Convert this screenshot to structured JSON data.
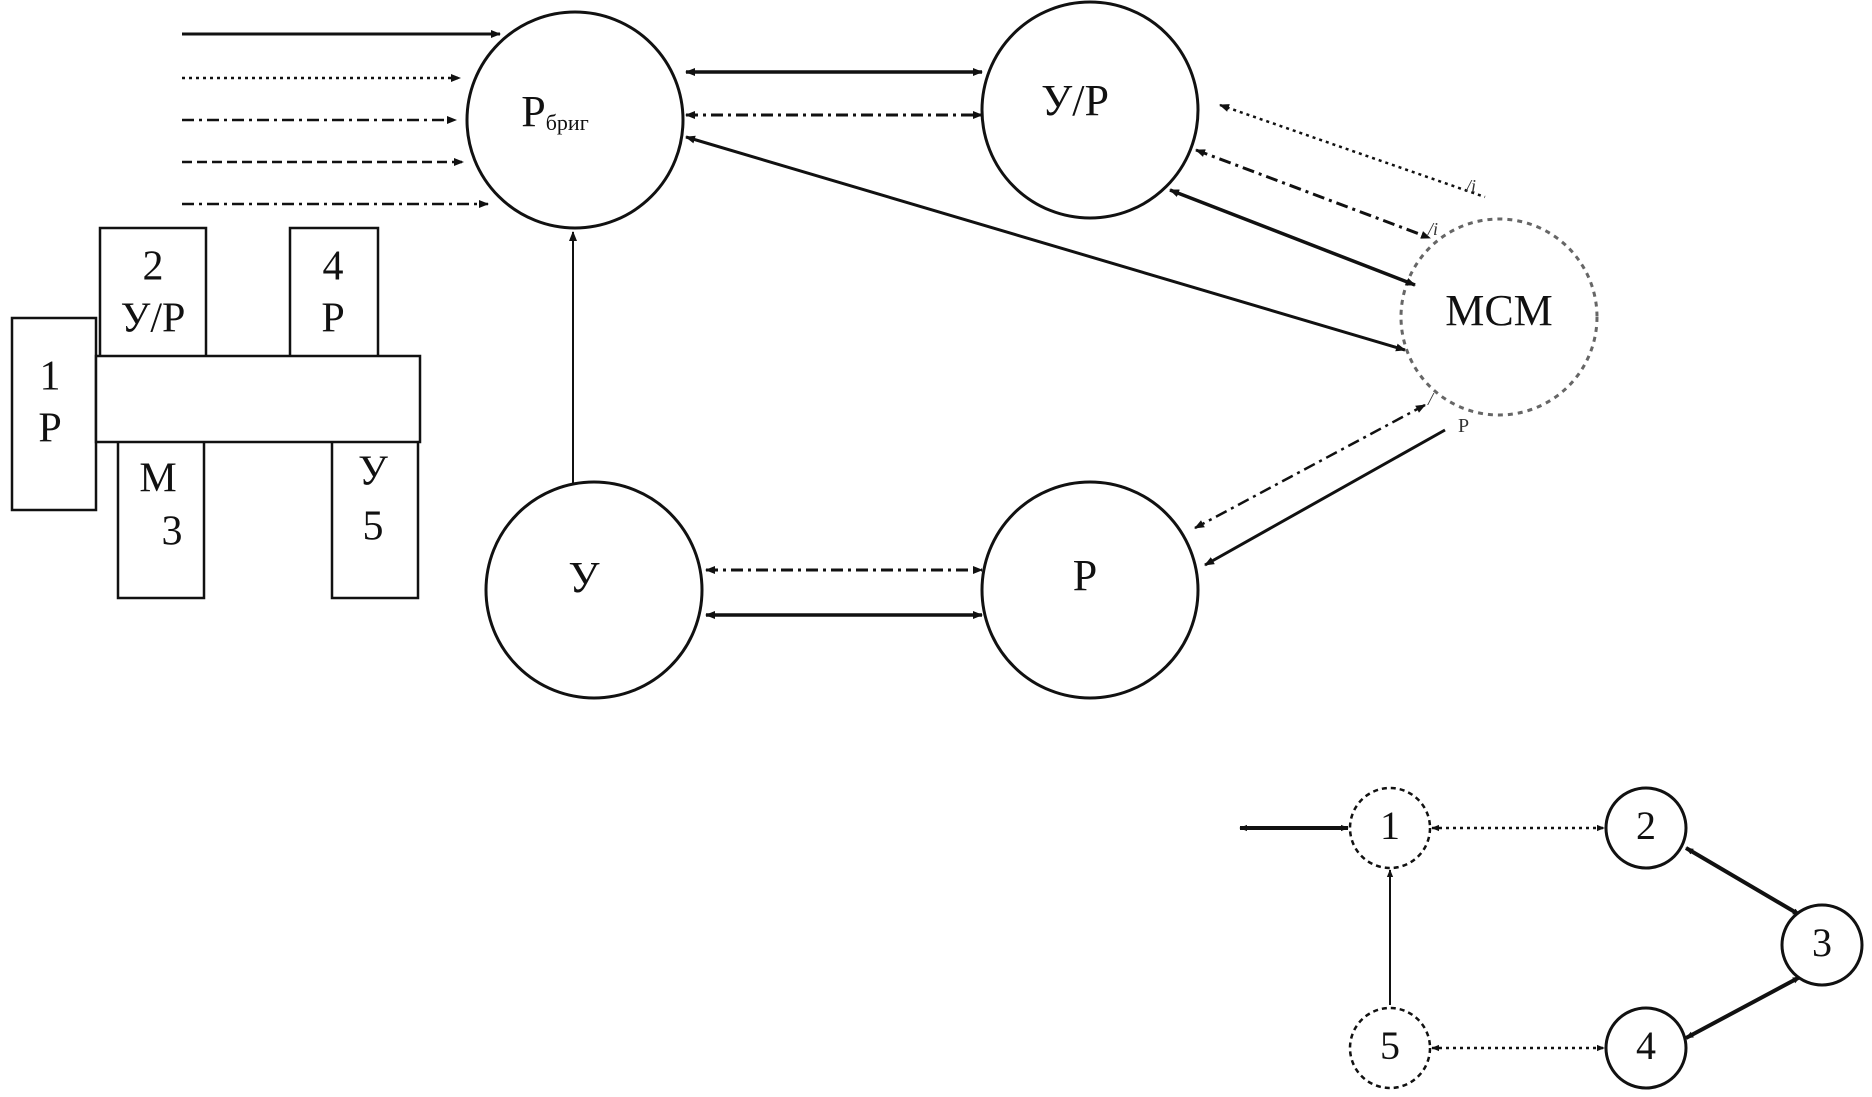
{
  "main_graph": {
    "nodes": {
      "p_brig": {
        "label": "P",
        "subscript": "бриг"
      },
      "u_p": {
        "label": "У/Р"
      },
      "msm": {
        "label": "МСМ"
      },
      "u": {
        "label": "У"
      },
      "p": {
        "label": "Р"
      }
    },
    "marks": {
      "msm_up_1": "/i",
      "msm_up_2": "/i",
      "msm_p_1": "/",
      "msm_p_2": "P"
    }
  },
  "layout_sketch": {
    "blocks": {
      "block_1": {
        "number": "1",
        "letter": "Р"
      },
      "block_2": {
        "number": "2",
        "letter": "У/Р"
      },
      "block_3": {
        "letter": "М",
        "number": "3"
      },
      "block_4": {
        "number": "4",
        "letter": "Р"
      },
      "block_5": {
        "letter": "У",
        "number": "5"
      }
    }
  },
  "small_graph": {
    "nodes": [
      "1",
      "2",
      "3",
      "4",
      "5"
    ]
  },
  "colors": {
    "ink": "#111111",
    "paper": "#ffffff",
    "dashed_node": "#666666"
  }
}
